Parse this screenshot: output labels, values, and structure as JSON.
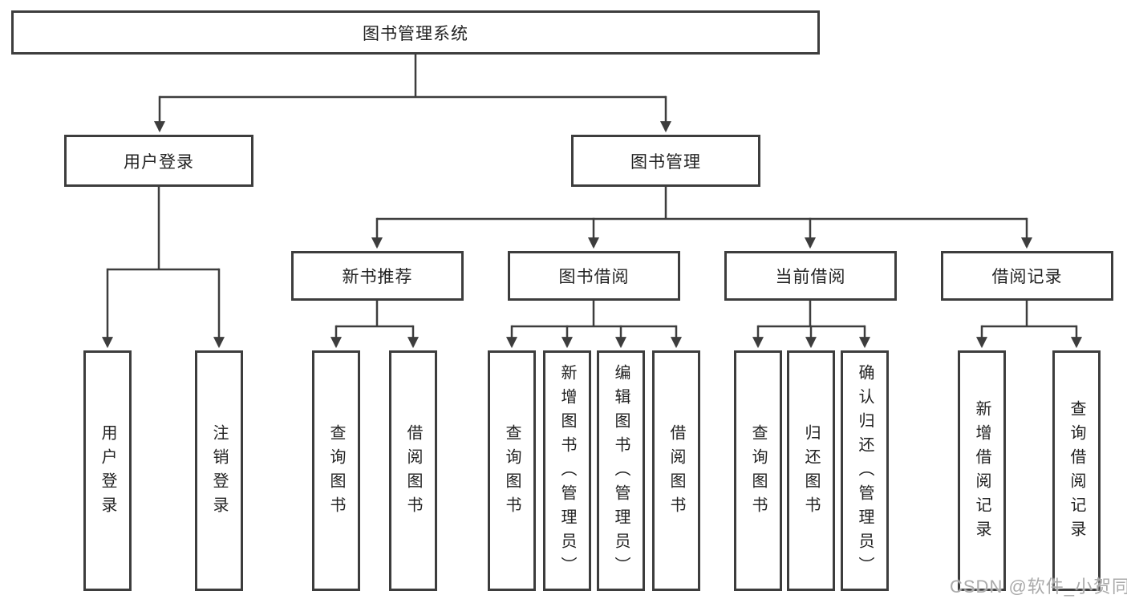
{
  "diagram": {
    "root": {
      "label": "图书管理系统"
    },
    "user_branch": {
      "label": "用户登录",
      "leaves": [
        {
          "label": "用户登录"
        },
        {
          "label": "注销登录"
        }
      ]
    },
    "mgmt_branch": {
      "label": "图书管理",
      "groups": [
        {
          "label": "新书推荐",
          "leaves": [
            {
              "label": "查询图书"
            },
            {
              "label": "借阅图书"
            }
          ]
        },
        {
          "label": "图书借阅",
          "leaves": [
            {
              "label": "查询图书"
            },
            {
              "label": "新增图书（管理员）"
            },
            {
              "label": "编辑图书（管理员）"
            },
            {
              "label": "借阅图书"
            }
          ]
        },
        {
          "label": "当前借阅",
          "leaves": [
            {
              "label": "查询图书"
            },
            {
              "label": "归还图书"
            },
            {
              "label": "确认归还（管理员）"
            }
          ]
        },
        {
          "label": "借阅记录",
          "leaves": [
            {
              "label": "新增借阅记录"
            },
            {
              "label": "查询借阅记录"
            }
          ]
        }
      ]
    }
  },
  "watermark": "CSDN @软件_小贺同学",
  "colors": {
    "line": "#3d3d3d",
    "box_border": "#3d3d3d",
    "text": "#222222",
    "background": "#ffffff",
    "watermark": "#aaaaaa"
  }
}
